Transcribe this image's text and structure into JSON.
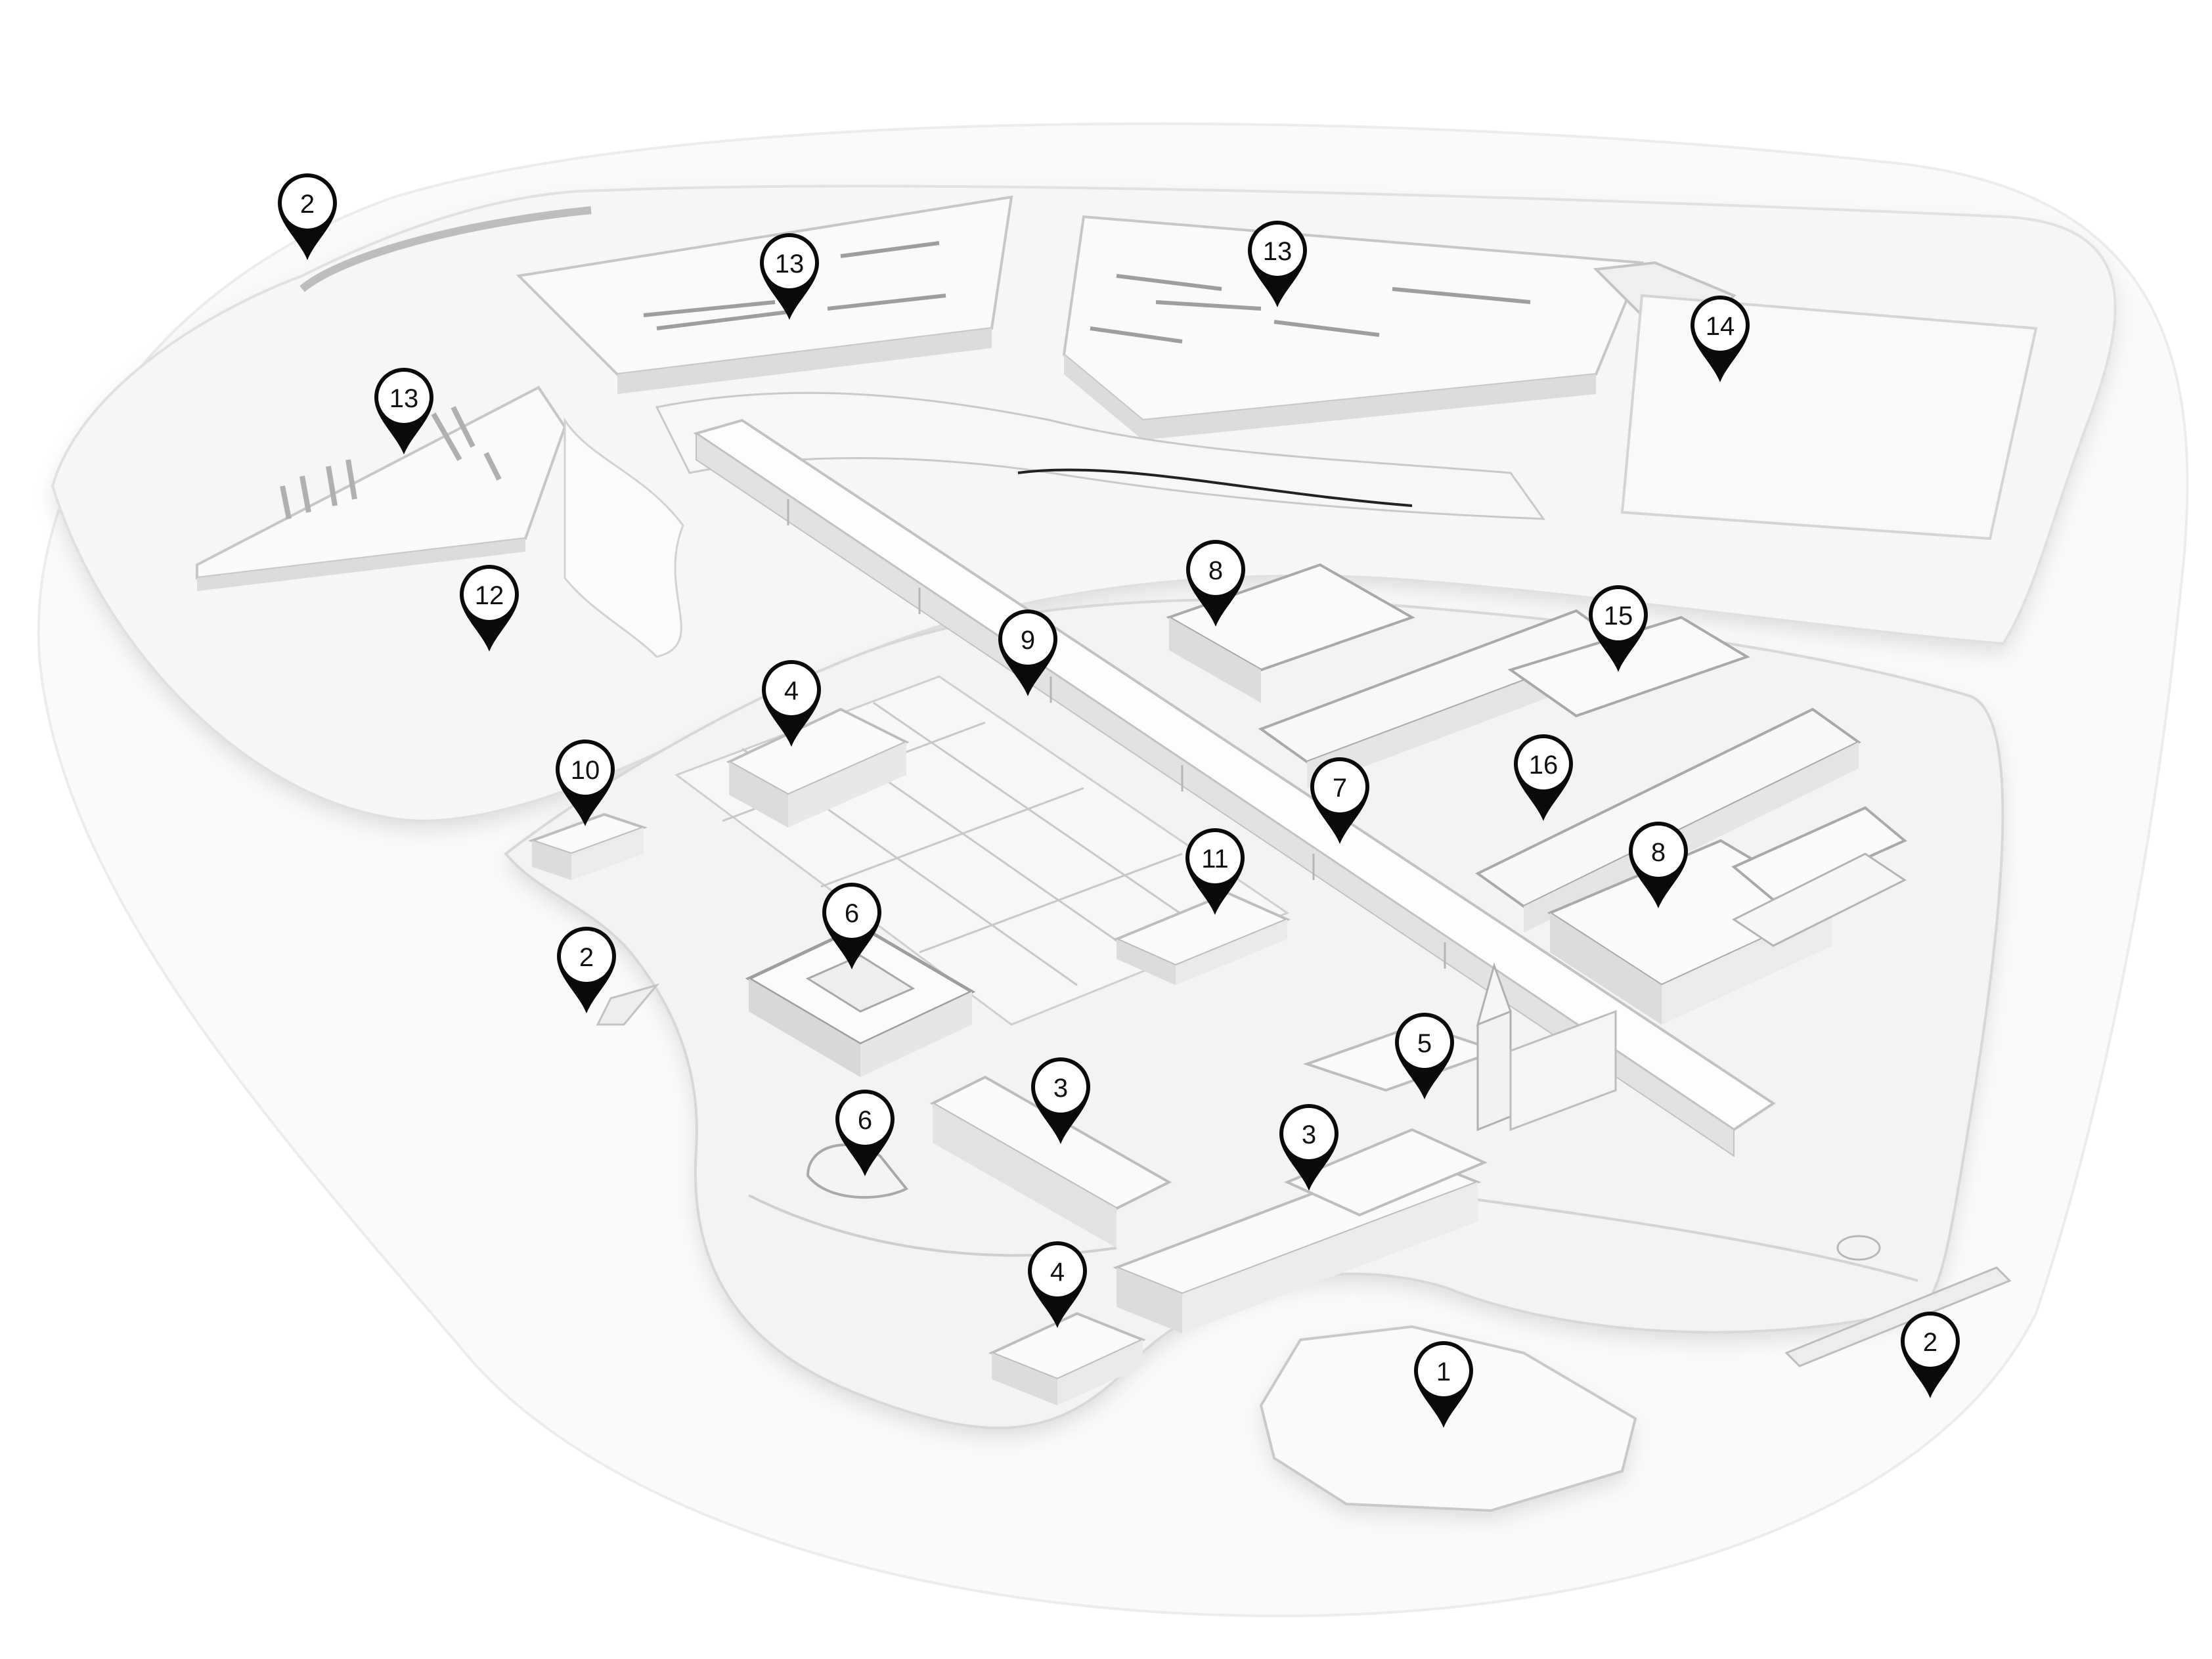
{
  "colors": {
    "ground": "#f4f4f4",
    "ground_edge": "#d6d6d6",
    "building": "#fbfbfb",
    "building_shade": "#dedede",
    "line": "#bdbdbd",
    "pin": "#0a0a0a",
    "pin_text": "#111111"
  },
  "markers": [
    {
      "id": "m-13-a",
      "label": "13"
    },
    {
      "id": "m-13-b",
      "label": "13"
    },
    {
      "id": "m-13-c",
      "label": "13"
    },
    {
      "id": "m-14",
      "label": "14"
    },
    {
      "id": "m-2-a",
      "label": "2"
    },
    {
      "id": "m-12",
      "label": "12"
    },
    {
      "id": "m-8-a",
      "label": "8"
    },
    {
      "id": "m-15",
      "label": "15"
    },
    {
      "id": "m-9",
      "label": "9"
    },
    {
      "id": "m-4-a",
      "label": "4"
    },
    {
      "id": "m-10",
      "label": "10"
    },
    {
      "id": "m-16",
      "label": "16"
    },
    {
      "id": "m-7",
      "label": "7"
    },
    {
      "id": "m-8-b",
      "label": "8"
    },
    {
      "id": "m-11",
      "label": "11"
    },
    {
      "id": "m-6-a",
      "label": "6"
    },
    {
      "id": "m-2-b",
      "label": "2"
    },
    {
      "id": "m-5",
      "label": "5"
    },
    {
      "id": "m-3-a",
      "label": "3"
    },
    {
      "id": "m-3-b",
      "label": "3"
    },
    {
      "id": "m-6-b",
      "label": "6"
    },
    {
      "id": "m-4-b",
      "label": "4"
    },
    {
      "id": "m-1",
      "label": "1"
    },
    {
      "id": "m-2-c",
      "label": "2"
    }
  ]
}
